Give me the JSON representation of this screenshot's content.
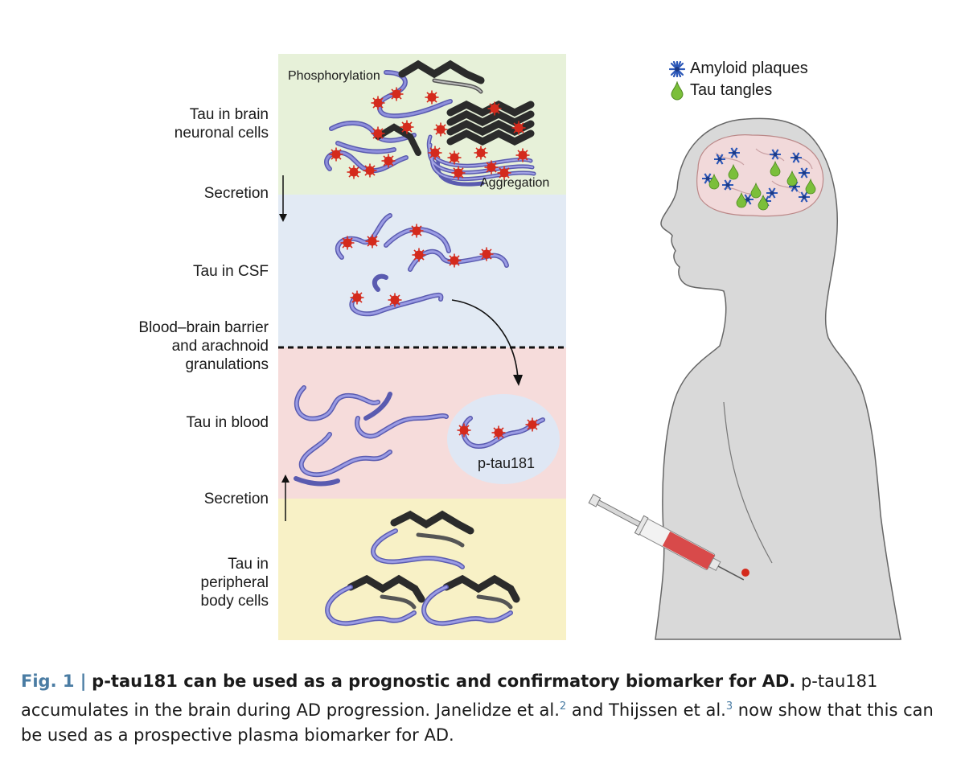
{
  "labels": {
    "tau_brain_line1": "Tau in brain",
    "tau_brain_line2": "neuronal cells",
    "secretion_top": "Secretion",
    "tau_csf": "Tau in CSF",
    "bbb_line1": "Blood–brain barrier",
    "bbb_line2": "and arachnoid",
    "bbb_line3": "granulations",
    "tau_blood": "Tau in blood",
    "secretion_bottom": "Secretion",
    "tau_periph_line1": "Tau in",
    "tau_periph_line2": "peripheral",
    "tau_periph_line3": "body cells"
  },
  "inline_labels": {
    "phosphorylation": "Phosphorylation",
    "aggregation": "Aggregation",
    "ptau181": "p-tau181"
  },
  "legend": {
    "amyloid": "Amyloid plaques",
    "tangles": "Tau tangles"
  },
  "caption": {
    "fig_number": "Fig. 1 |",
    "title": "p-tau181 can be used as a prognostic and confirmatory biomarker for AD.",
    "text1": "p-tau181 accumulates in the brain during AD progression. Janelidze et al.",
    "ref1": "2",
    "text2": "and Thijssen et al.",
    "ref2": "3",
    "text3": "now show that this can be used as a prospective plasma biomarker for AD."
  },
  "colors": {
    "band_brain": "#e7f1d9",
    "band_csf": "#e2eaf4",
    "band_blood": "#f6dcdb",
    "band_periph": "#f8f1c6",
    "tau_strand": "#7e7fd2",
    "phospho_dot": "#d42a1c",
    "aggregate": "#2b2b2b",
    "caption_accent": "#4a7ca3",
    "plaque": "#2d58b8",
    "tangle": "#7bbf3a",
    "brain": "#f1d9da",
    "body": "#d9d9d9",
    "syringe_fluid": "#d84a4a"
  }
}
